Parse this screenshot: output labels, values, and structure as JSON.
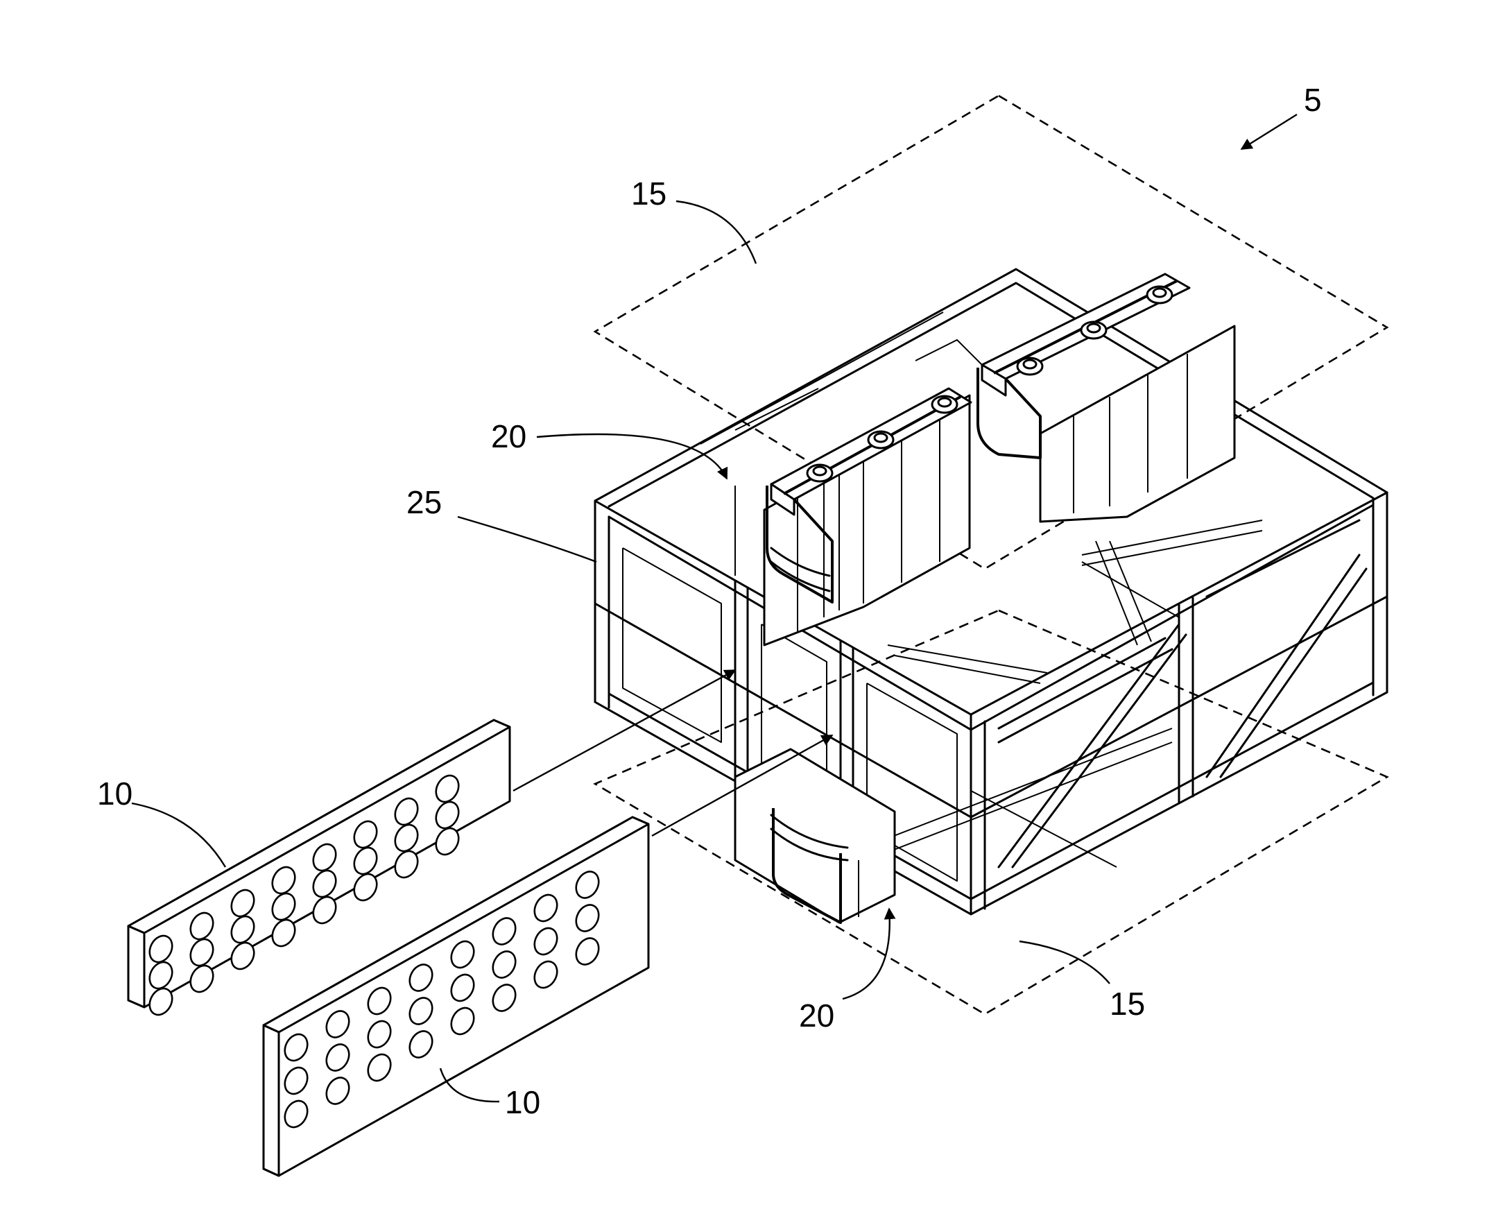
{
  "figure": {
    "reference_numerals": {
      "assembly": "5",
      "radiator_panel_left": "10",
      "radiator_panel_right": "10",
      "plate_top": "15",
      "plate_bottom": "15",
      "battery_module_top": "20",
      "battery_module_bottom": "20",
      "frame": "25"
    }
  }
}
